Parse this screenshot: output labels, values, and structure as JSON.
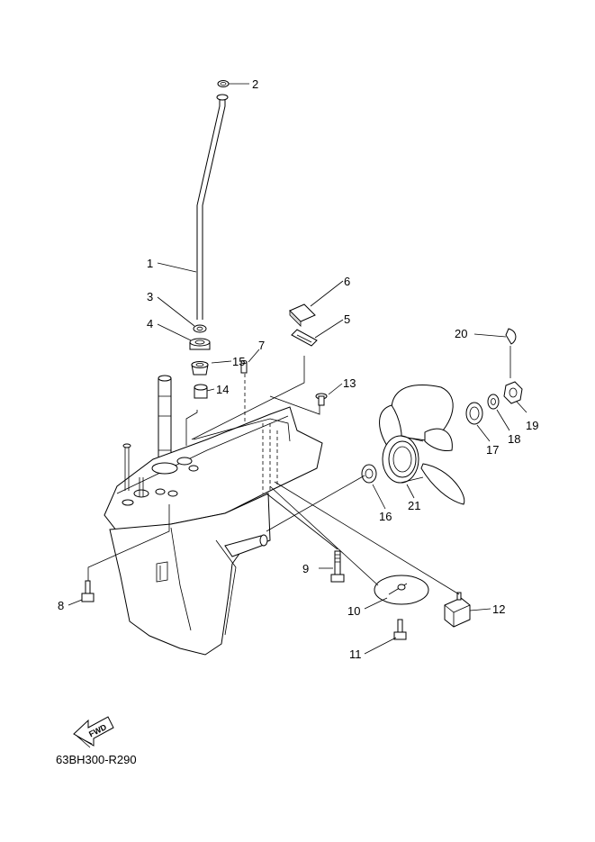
{
  "diagram": {
    "part_code": "63BH300-R290",
    "fwd_label": "FWD",
    "callouts": [
      "1",
      "2",
      "3",
      "4",
      "5",
      "6",
      "7",
      "8",
      "9",
      "10",
      "11",
      "12",
      "13",
      "14",
      "15",
      "16",
      "17",
      "18",
      "19",
      "20",
      "21"
    ]
  }
}
